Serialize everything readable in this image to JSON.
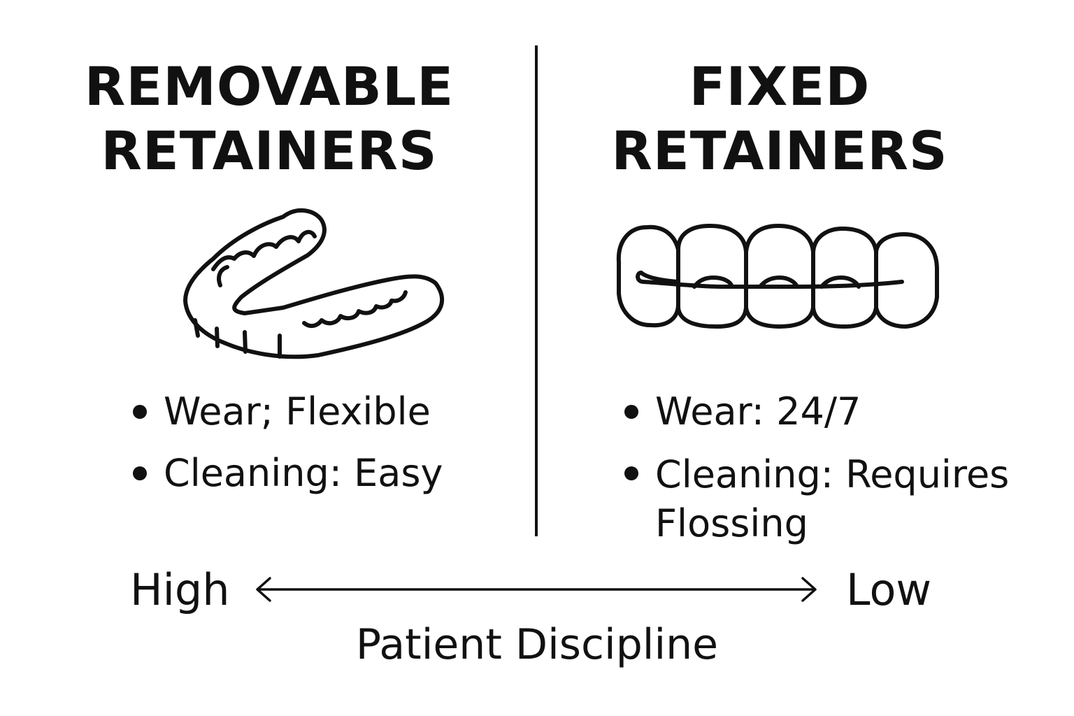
{
  "left_panel": {
    "title_line1": "REMOVABLE",
    "title_line2": "RETAINERS",
    "icon": "removable-retainer-icon",
    "features": [
      "Wear; Flexible",
      "Cleaning: Easy"
    ]
  },
  "right_panel": {
    "title_line1": "FIXED",
    "title_line2": "RETAINERS",
    "icon": "fixed-retainer-teeth-icon",
    "features": [
      "Wear: 24/7",
      "Cleaning: Requires Flossing"
    ]
  },
  "scale": {
    "left_label": "High",
    "right_label": "Low",
    "title": "Patient Discipline"
  },
  "colors": {
    "ink": "#111111",
    "background": "#ffffff"
  }
}
